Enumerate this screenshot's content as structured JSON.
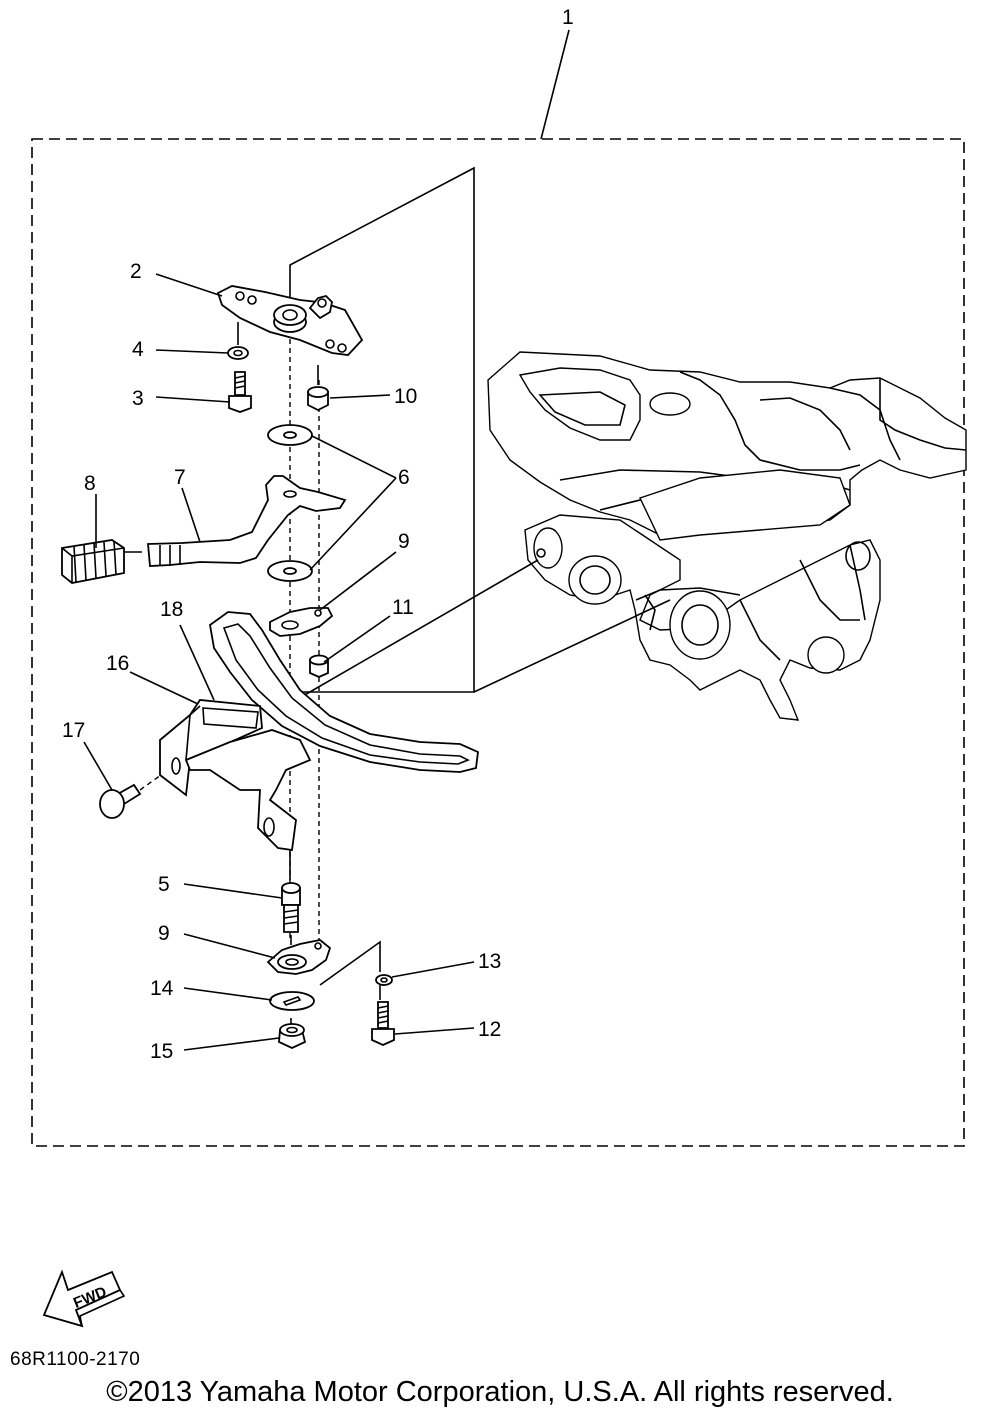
{
  "diagram": {
    "callouts": [
      {
        "id": "c1",
        "label": "1"
      },
      {
        "id": "c2",
        "label": "2"
      },
      {
        "id": "c4",
        "label": "4"
      },
      {
        "id": "c3",
        "label": "3"
      },
      {
        "id": "c10",
        "label": "10"
      },
      {
        "id": "c8",
        "label": "8"
      },
      {
        "id": "c7",
        "label": "7"
      },
      {
        "id": "c6",
        "label": "6"
      },
      {
        "id": "c9a",
        "label": "9"
      },
      {
        "id": "c18",
        "label": "18"
      },
      {
        "id": "c11",
        "label": "11"
      },
      {
        "id": "c16",
        "label": "16"
      },
      {
        "id": "c17",
        "label": "17"
      },
      {
        "id": "c5",
        "label": "5"
      },
      {
        "id": "c9b",
        "label": "9"
      },
      {
        "id": "c13",
        "label": "13"
      },
      {
        "id": "c14",
        "label": "14"
      },
      {
        "id": "c12",
        "label": "12"
      },
      {
        "id": "c15",
        "label": "15"
      }
    ],
    "fwd_label": "FWD",
    "reference_code": "68R1100-2170"
  },
  "footer": {
    "copyright": "©2013 Yamaha Motor Corporation, U.S.A. All rights reserved."
  }
}
